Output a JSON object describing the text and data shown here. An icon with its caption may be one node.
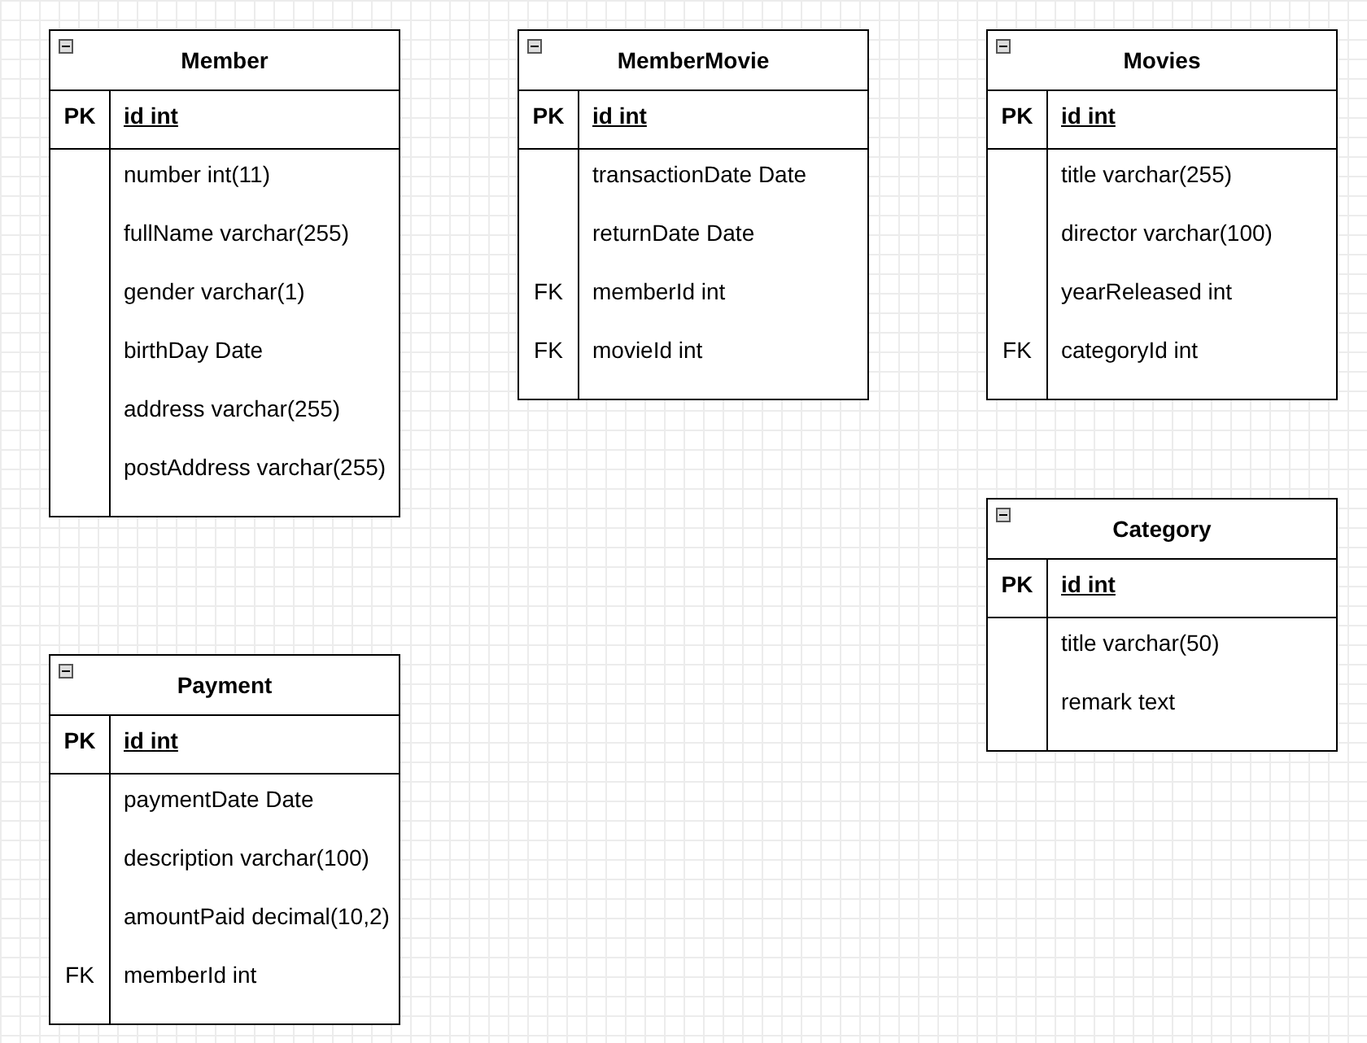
{
  "diagram": {
    "nodes": [
      {
        "text": [
          "Member",
          "PK",
          "id int",
          "number int(11)",
          "fullName varchar(255)",
          "gender varchar(1)",
          "birthDay Date",
          "address varchar(255)",
          "postAddress varchar(255)"
        ]
      },
      {
        "text": [
          "MemberMovie",
          "PK",
          "id int",
          "transactionDate Date",
          "returnDate Date",
          "FK",
          "memberId int",
          "FK",
          "movieId int"
        ]
      },
      {
        "text": [
          "Movies",
          "PK",
          "id int",
          "title varchar(255)",
          "director varchar(100)",
          "yearReleased int",
          "FK",
          "categoryId int"
        ]
      },
      {
        "text": [
          "Category",
          "PK",
          "id int",
          "title varchar(50)",
          "remark text"
        ]
      },
      {
        "text": [
          "Payment",
          "PK",
          "id int",
          "paymentDate Date",
          "description varchar(100)",
          "amountPaid decimal(10,2)",
          "FK",
          "memberId int"
        ]
      }
    ]
  }
}
